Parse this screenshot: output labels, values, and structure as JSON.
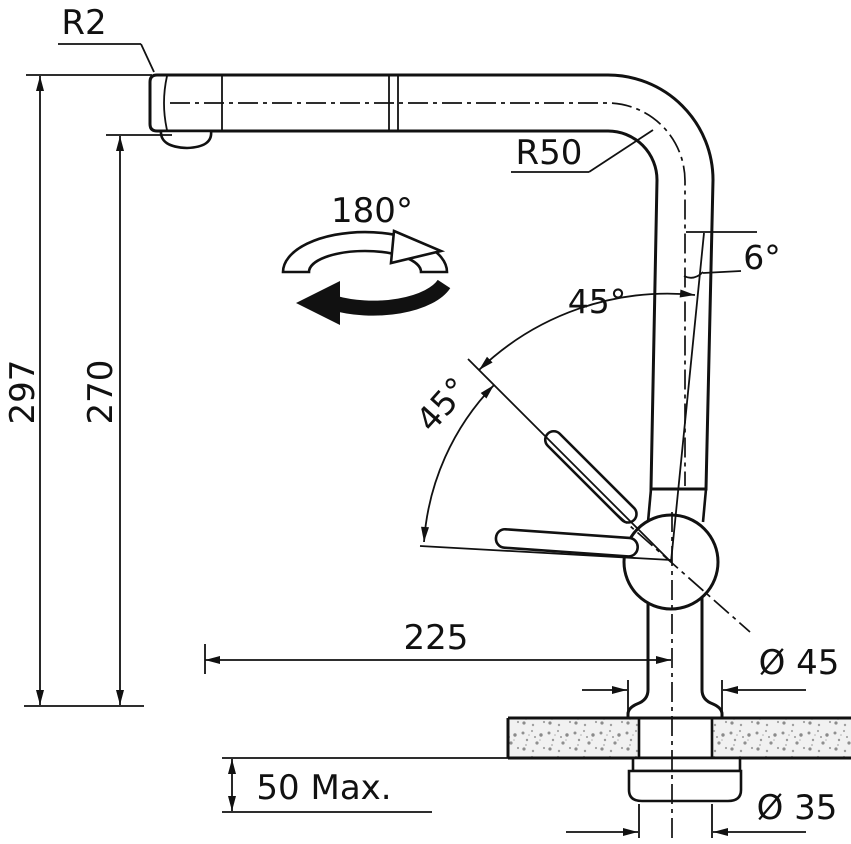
{
  "labels": {
    "radius_top": "R2",
    "radius_bend": "R50",
    "swivel_rotation": "180°",
    "tilt_angle": "6°",
    "angle_upper": "45°",
    "angle_lower": "45°",
    "height_total": "297",
    "height_to_spout": "270",
    "reach": "225",
    "base_diameter": "Ø 45",
    "counter_thickness_max": "50 Max.",
    "hole_diameter": "Ø 35"
  },
  "colors": {
    "line": "#111111",
    "background": "#ffffff",
    "counter_speckle": "#8f8f8f"
  }
}
